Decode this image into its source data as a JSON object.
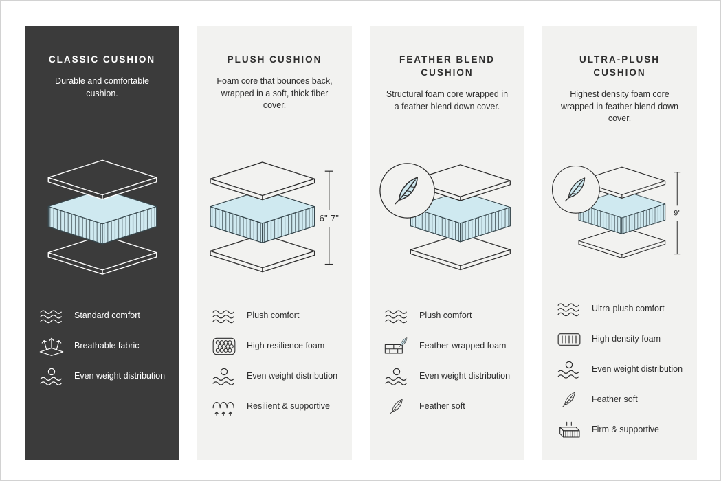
{
  "colors": {
    "panel_dark": "#3b3b3b",
    "panel_light": "#f2f2f0",
    "foam_fill": "#cfe9f0",
    "foam_line": "#37474d",
    "text_dark": "#2e2e2e",
    "text_light": "#ffffff"
  },
  "panels": [
    {
      "id": "classic",
      "theme": "dark",
      "title": "CLASSIC CUSHION",
      "description": "Durable and comfortable cushion.",
      "height_label": "",
      "feather_badge": false,
      "features": [
        {
          "icon": "waves-icon",
          "label": "Standard comfort"
        },
        {
          "icon": "breathable-icon",
          "label": "Breathable fabric"
        },
        {
          "icon": "even-weight-icon",
          "label": "Even weight distribution"
        }
      ]
    },
    {
      "id": "plush",
      "theme": "light",
      "title": "PLUSH CUSHION",
      "description": "Foam core that bounces back, wrapped in a soft, thick fiber cover.",
      "height_label": "6\"-7\"",
      "feather_badge": false,
      "features": [
        {
          "icon": "waves-icon",
          "label": "Plush comfort"
        },
        {
          "icon": "honeycomb-icon",
          "label": "High resilience foam"
        },
        {
          "icon": "even-weight-icon",
          "label": "Even weight distribution"
        },
        {
          "icon": "spring-icon",
          "label": "Resilient & supportive"
        }
      ]
    },
    {
      "id": "feather-blend",
      "theme": "light",
      "title": "FEATHER BLEND CUSHION",
      "description": "Structural foam core wrapped in a feather blend down cover.",
      "height_label": "",
      "feather_badge": true,
      "features": [
        {
          "icon": "waves-icon",
          "label": "Plush comfort"
        },
        {
          "icon": "feather-brick-icon",
          "label": "Feather-wrapped foam"
        },
        {
          "icon": "even-weight-icon",
          "label": "Even weight distribution"
        },
        {
          "icon": "feather-icon",
          "label": "Feather soft"
        }
      ]
    },
    {
      "id": "ultra-plush",
      "theme": "light",
      "title": "ULTRA-PLUSH CUSHION",
      "description": "Highest density foam core wrapped in feather blend down cover.",
      "height_label": "9\"",
      "feather_badge": true,
      "features": [
        {
          "icon": "waves-icon",
          "label": "Ultra-plush comfort"
        },
        {
          "icon": "hd-foam-icon",
          "label": "High density foam"
        },
        {
          "icon": "even-weight-icon",
          "label": "Even weight distribution"
        },
        {
          "icon": "feather-icon",
          "label": "Feather soft"
        },
        {
          "icon": "firm-support-icon",
          "label": "Firm & supportive"
        }
      ]
    }
  ]
}
